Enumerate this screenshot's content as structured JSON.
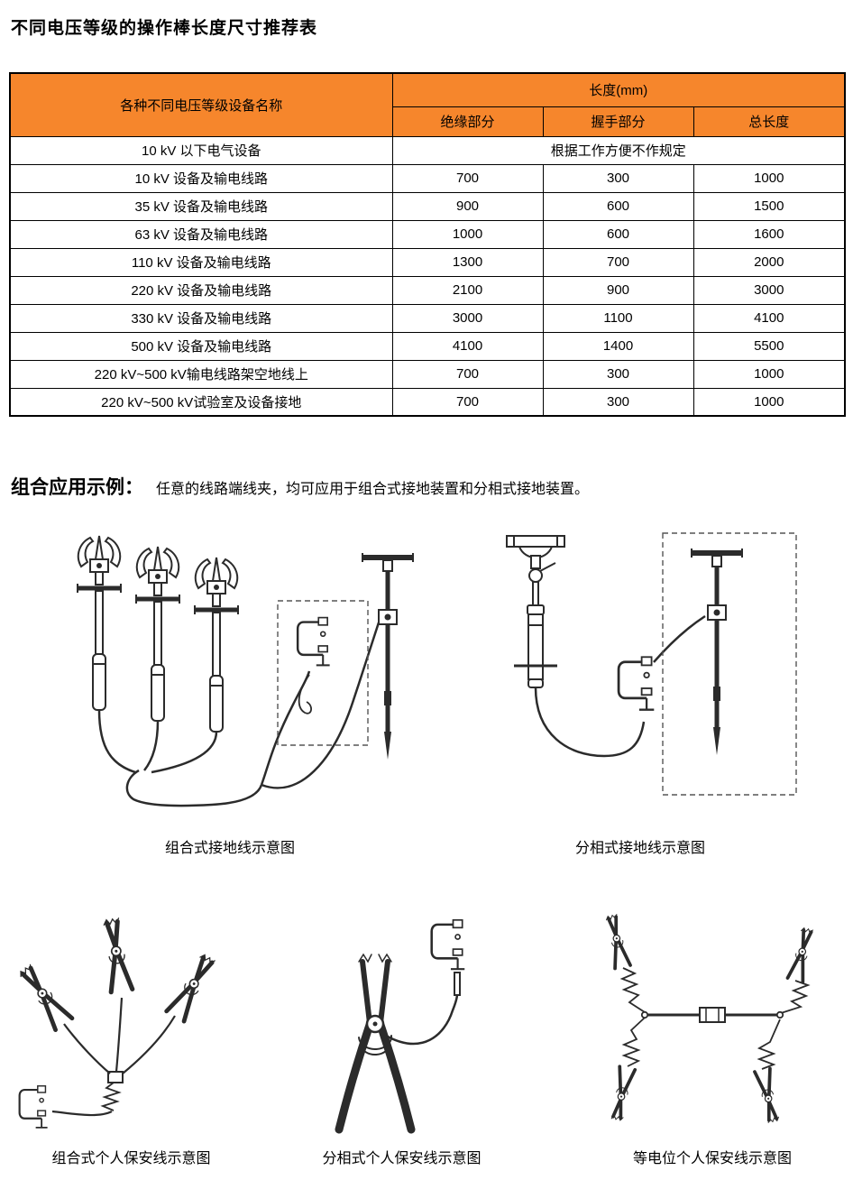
{
  "page_title": "不同电压等级的操作棒长度尺寸推荐表",
  "colors": {
    "header_orange": "#F6862C",
    "table_border": "#000000",
    "drawing_line": "#2b2b2b"
  },
  "table": {
    "col_device": "各种不同电压等级设备名称",
    "col_length_group": "长度(mm)",
    "col_insulation": "绝缘部分",
    "col_grip": "握手部分",
    "col_total": "总长度",
    "special_row": {
      "name": "10 kV 以下电气设备",
      "note": "根据工作方便不作规定"
    },
    "rows": [
      {
        "name": "10 kV 设备及输电线路",
        "insulation": "700",
        "grip": "300",
        "total": "1000"
      },
      {
        "name": "35 kV 设备及输电线路",
        "insulation": "900",
        "grip": "600",
        "total": "1500"
      },
      {
        "name": "63 kV 设备及输电线路",
        "insulation": "1000",
        "grip": "600",
        "total": "1600"
      },
      {
        "name": "110 kV 设备及输电线路",
        "insulation": "1300",
        "grip": "700",
        "total": "2000"
      },
      {
        "name": "220 kV 设备及输电线路",
        "insulation": "2100",
        "grip": "900",
        "total": "3000"
      },
      {
        "name": "330 kV 设备及输电线路",
        "insulation": "3000",
        "grip": "1100",
        "total": "4100"
      },
      {
        "name": "500 kV 设备及输电线路",
        "insulation": "4100",
        "grip": "1400",
        "total": "5500"
      },
      {
        "name": "220 kV~500 kV输电线路架空地线上",
        "insulation": "700",
        "grip": "300",
        "total": "1000"
      },
      {
        "name": "220 kV~500 kV试验室及设备接地",
        "insulation": "700",
        "grip": "300",
        "total": "1000"
      }
    ]
  },
  "section": {
    "heading": "组合应用示例：",
    "description": "任意的线路端线夹，均可应用于组合式接地装置和分相式接地装置。"
  },
  "figures": {
    "combined_grounding": {
      "caption": "组合式接地线示意图"
    },
    "phase_grounding": {
      "caption": "分相式接地线示意图"
    },
    "combined_safety": {
      "caption": "组合式个人保安线示意图"
    },
    "phase_safety": {
      "caption": "分相式个人保安线示意图"
    },
    "equipotential_safety": {
      "caption": "等电位个人保安线示意图"
    }
  }
}
